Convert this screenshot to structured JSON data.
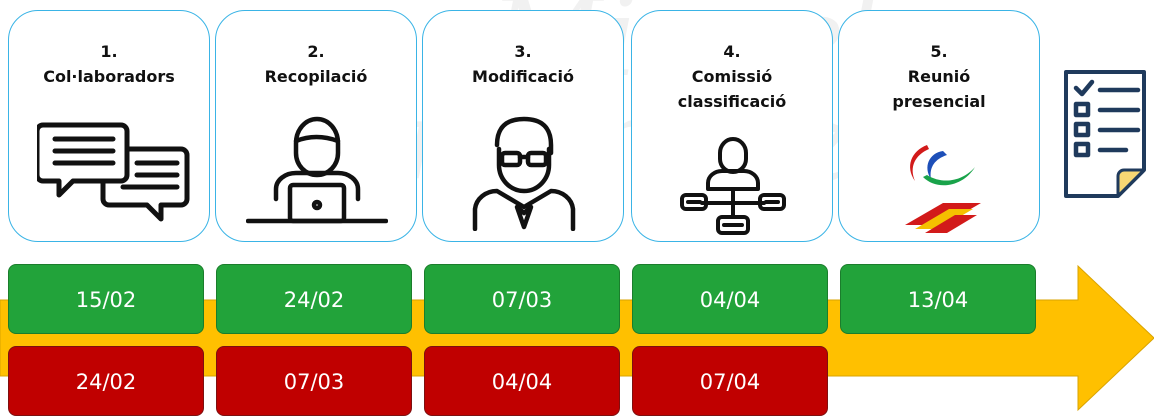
{
  "steps": [
    {
      "number": "1.",
      "line1": "Col·laboradors",
      "line2": "",
      "start": "15/02",
      "end": "24/02",
      "icon": "chat-bubbles-icon"
    },
    {
      "number": "2.",
      "line1": "Recopilació",
      "line2": "",
      "start": "24/02",
      "end": "07/03",
      "icon": "person-laptop-icon"
    },
    {
      "number": "3.",
      "line1": "Modificació",
      "line2": "",
      "start": "07/03",
      "end": "04/04",
      "icon": "man-glasses-icon"
    },
    {
      "number": "4.",
      "line1": "Comissió",
      "line2": "classificació",
      "start": "04/04",
      "end": "07/04",
      "icon": "hierarchy-person-icon"
    },
    {
      "number": "5.",
      "line1": "Reunió",
      "line2": "presencial",
      "start": "13/04",
      "end": "",
      "icon": "paralympic-logo-icon"
    }
  ],
  "colors": {
    "card_border": "#3ab4e6",
    "start_date": "#22a33a",
    "end_date": "#c00000",
    "timeline_arrow": "#ffc000"
  },
  "decorations": {
    "watermark": "Miguel Hernández",
    "checklist_icon": "checklist-icon",
    "flag_icon": "spain-flag-ribbon-icon"
  }
}
